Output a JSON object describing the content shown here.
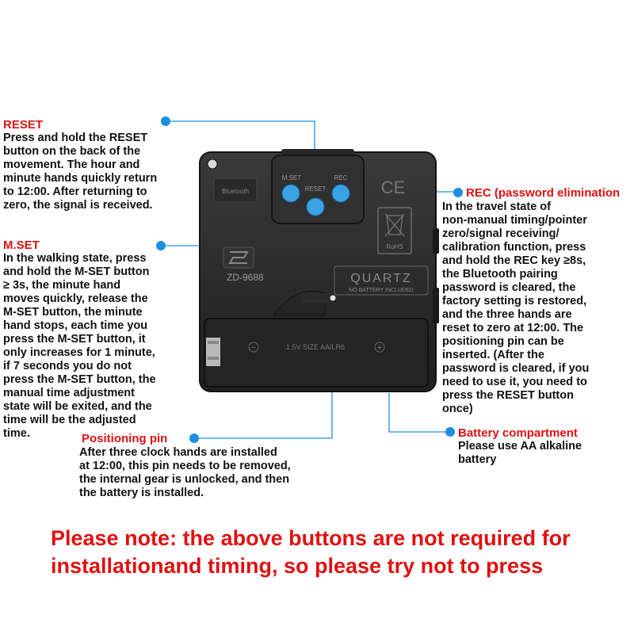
{
  "colors": {
    "title_red": "#e01010",
    "callout_blue": "#1e8fe0",
    "button_blue": "#3aa3e6",
    "movement_body": "#2b2b2b"
  },
  "annotations": {
    "reset": {
      "title": "RESET",
      "body": "Press and hold the RESET\nbutton on the back of the\nmovement. The hour and\nminute hands quickly return\nto 12:00. After returning to\nzero, the signal is received."
    },
    "mset": {
      "title": "M.SET",
      "body": "In the walking state, press\nand hold the M-SET button\n≥ 3s, the minute hand\nmoves quickly, release the\nM-SET button, the minute\nhand stops, each time you\npress the M-SET button, it\nonly increases for 1 minute,\nif 7 seconds you do not\npress the M-SET button, the\nmanual time adjustment\nstate will be exited, and the\ntime will be the adjusted\ntime."
    },
    "rec": {
      "title": "REC (password elimination",
      "body": "In the travel state of\nnon-manual timing/pointer\nzero/signal receiving/\ncalibration function, press\nand hold the REC key ≥8s,\nthe Bluetooth pairing\npassword is cleared, the\nfactory setting is restored,\nand the three hands are\nreset to zero at 12:00. The\npositioning pin can be\ninserted. (After the\npassword is cleared, if you\nneed to use it, you need to\npress the RESET button\nonce)"
    },
    "pin": {
      "title": "Positioning pin",
      "body": "After three clock hands are installed\nat 12:00, this pin needs to be removed,\nthe internal gear is unlocked, and then\nthe battery is installed."
    },
    "battery": {
      "title": "Battery compartment",
      "body": "Please use AA alkaline\nbattery"
    }
  },
  "movement": {
    "labels": {
      "mset": "M.SET",
      "reset": "RESET",
      "rec": "REC",
      "model": "ZD-9688",
      "quartz": "QUARTZ",
      "quartz_sub": "NO BATTERY INCLUDED",
      "battery": "1.5V  SIZE  AA/LR6",
      "ce": "CE",
      "rohs": "RoHS",
      "bluetooth": "Bluetooth"
    }
  },
  "note": "Please note: the above buttons are not required for installationand timing, so please try not to press"
}
